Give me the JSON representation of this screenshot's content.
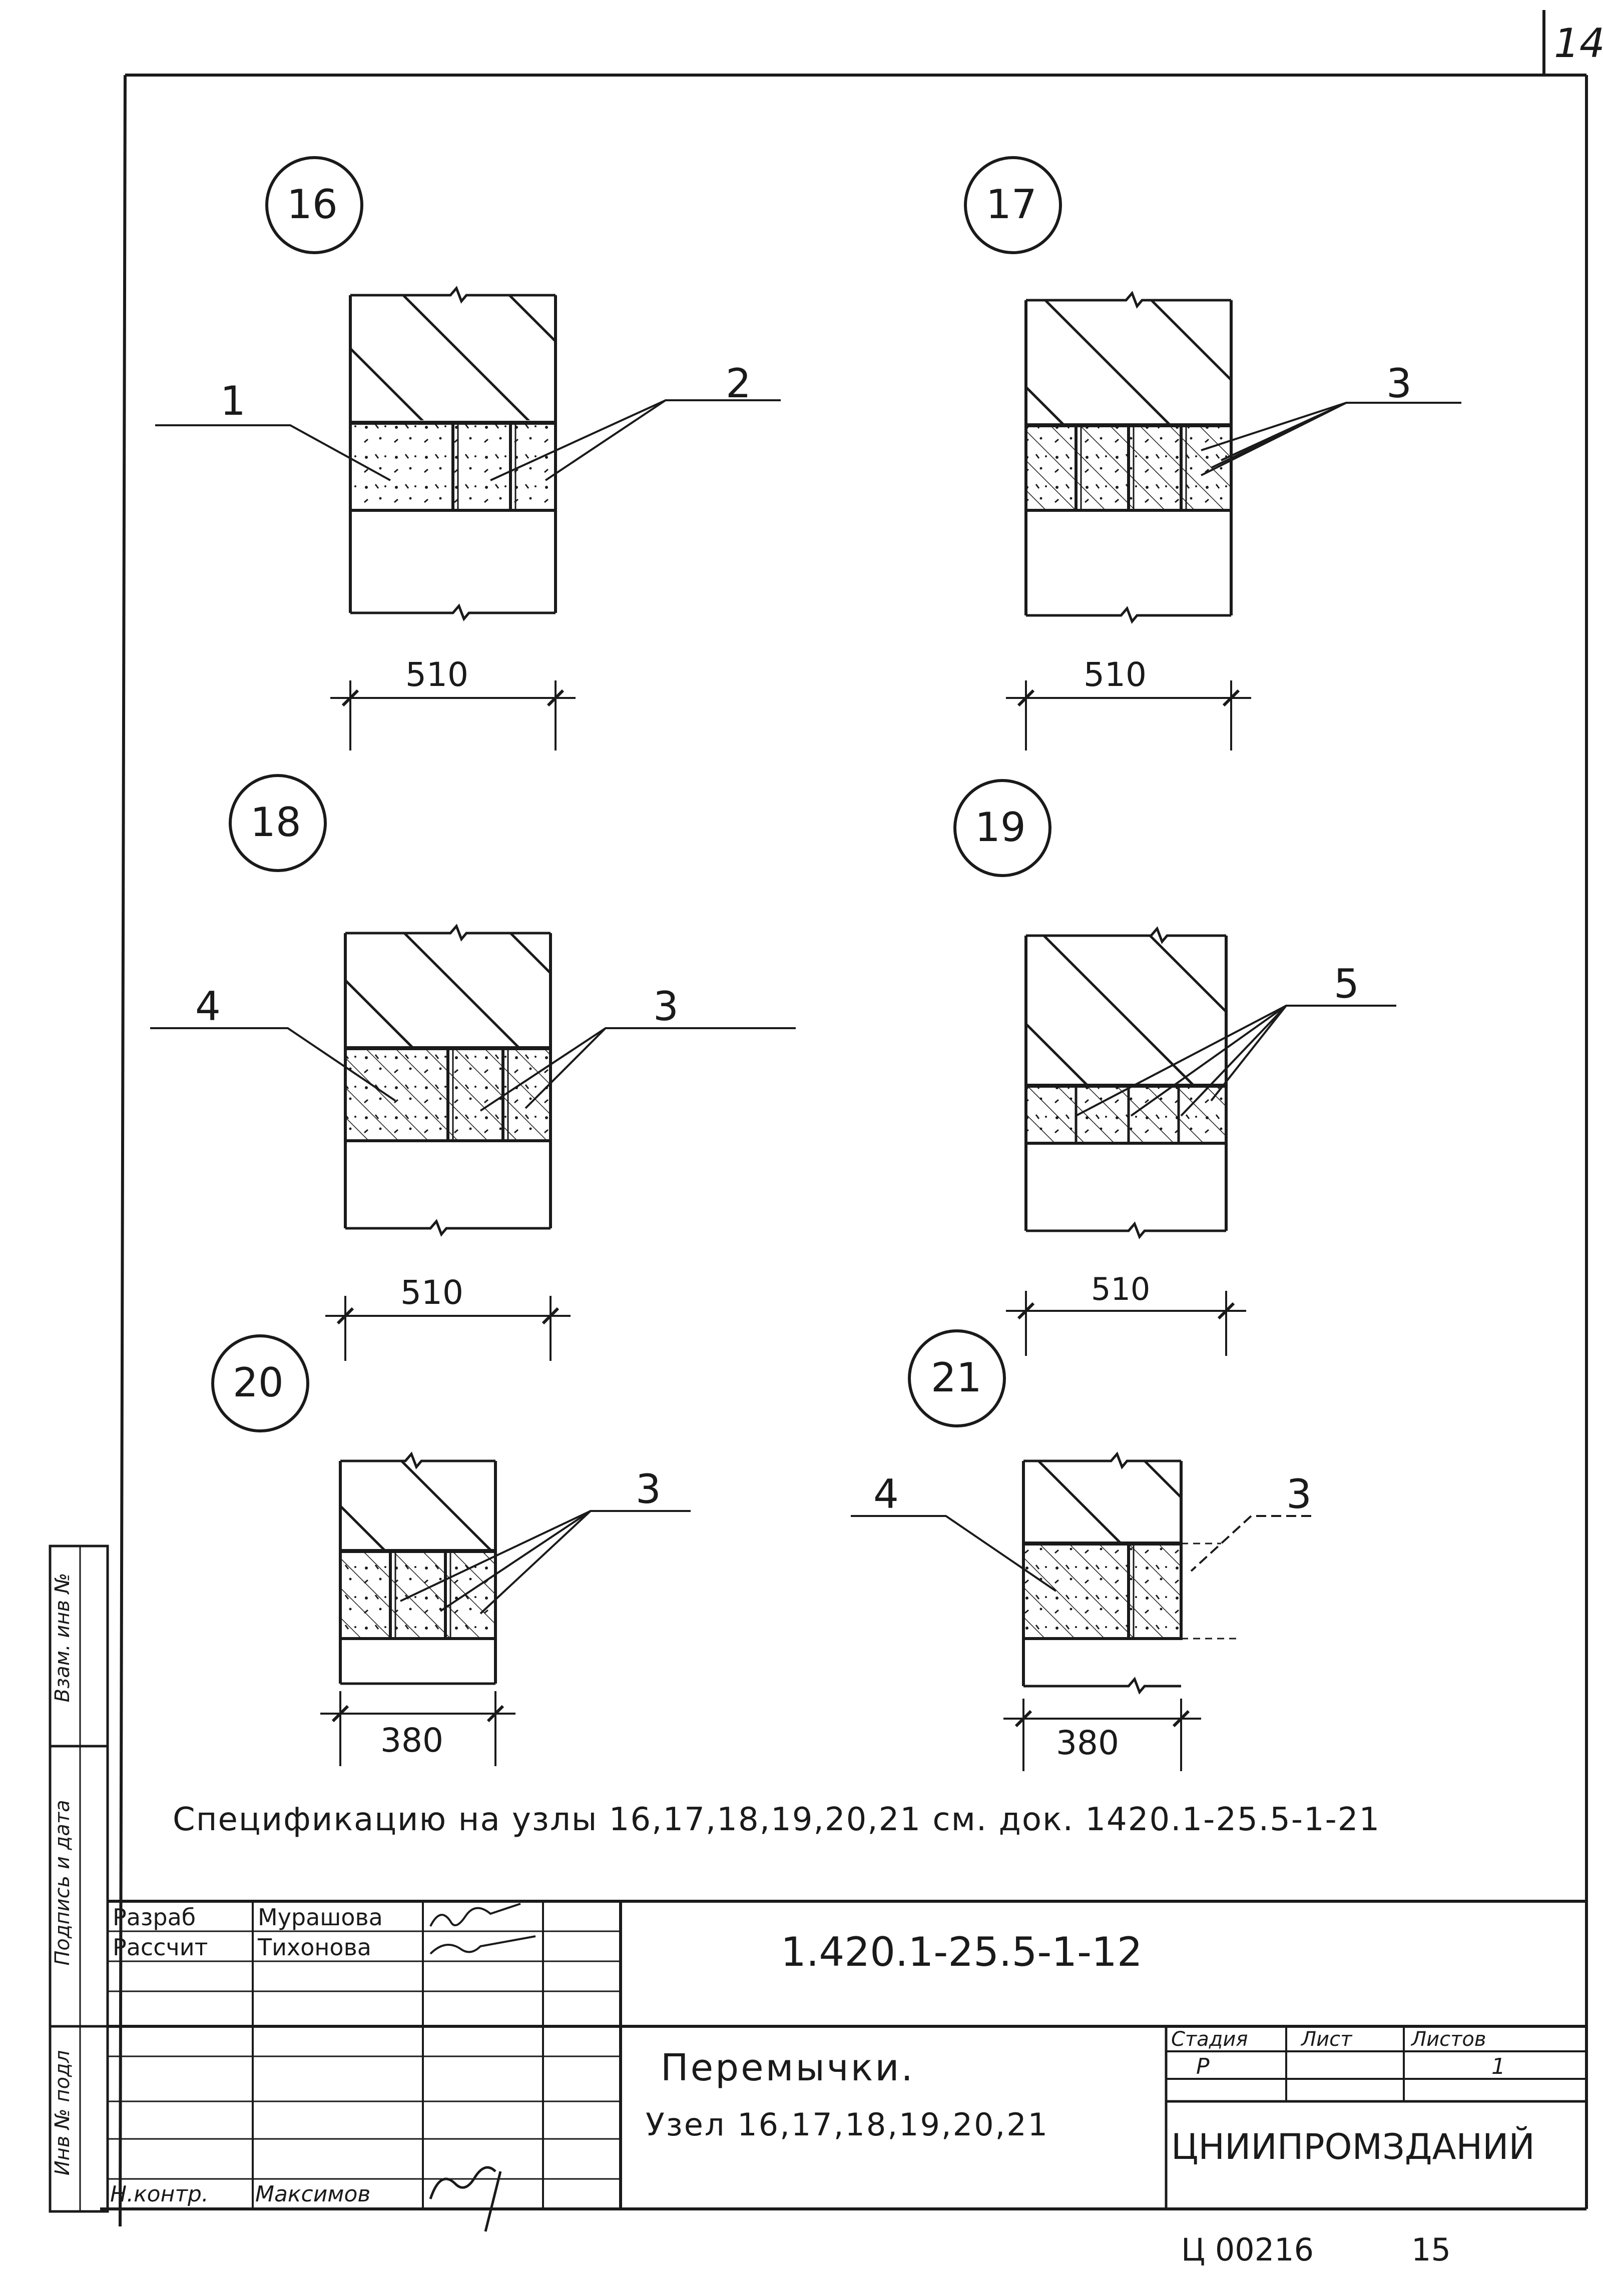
{
  "page_number_top": "14",
  "nodes": [
    {
      "id": "16",
      "labels": [
        "1",
        "2"
      ],
      "width": "510"
    },
    {
      "id": "17",
      "labels": [
        "3"
      ],
      "width": "510"
    },
    {
      "id": "18",
      "labels": [
        "4",
        "3"
      ],
      "width": "510"
    },
    {
      "id": "19",
      "labels": [
        "5"
      ],
      "width": "510"
    },
    {
      "id": "20",
      "labels": [
        "3"
      ],
      "width": "380"
    },
    {
      "id": "21",
      "labels": [
        "4",
        "3"
      ],
      "width": "380"
    }
  ],
  "spec_note": "Спецификацию на узлы 16,17,18,19,20,21 см. док. 1420.1-25.5-1-21",
  "side_stamp": {
    "vzam": "Взам. инв №",
    "podpis": "Подпись и дата",
    "inv": "Инв № подл"
  },
  "title_block": {
    "rows": [
      {
        "role": "Разраб",
        "name": "Мурашова"
      },
      {
        "role": "Рассчит",
        "name": "Тихонова"
      },
      {
        "role": "Н.контр.",
        "name": "Максимов"
      }
    ],
    "doc_code": "1.420.1-25.5-1-12",
    "title_line1": "Перемычки.",
    "title_line2": "Узел 16,17,18,19,20,21",
    "stage_header": "Стадия",
    "sheet_header": "Лист",
    "sheets_header": "Листов",
    "stage_value": "Р",
    "sheets_value": "1",
    "organization": "ЦНИИПРОМЗДАНИЙ"
  },
  "archive_code": "Ц 00216",
  "archive_sheet": "15"
}
